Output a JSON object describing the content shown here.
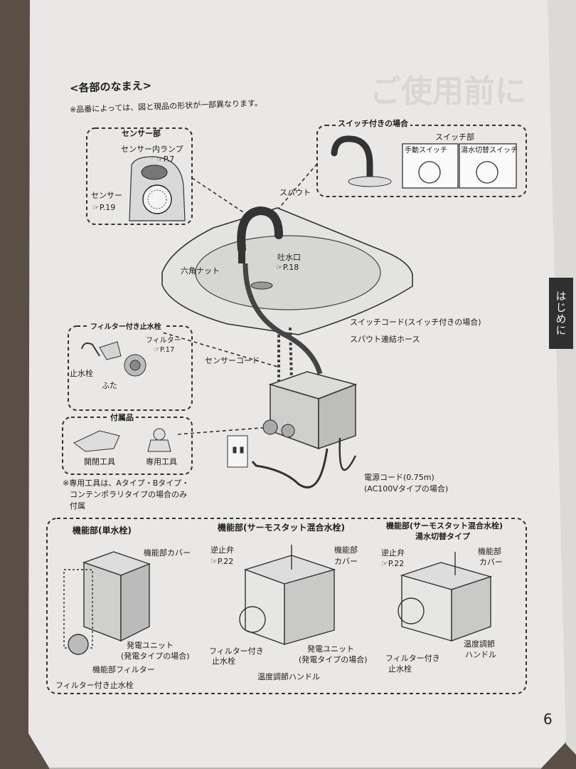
{
  "section_title": "<各部のなまえ>",
  "note": "※品番によっては、図と現品の形状が一部異なります。",
  "side_tab": "はじめに",
  "page_number": "6",
  "sensor_box": {
    "title": "センサー部",
    "lamp": "センサー内ランプ",
    "lamp_ref": "☞P.7",
    "sensor": "センサー",
    "sensor_ref": "☞P.19"
  },
  "switch_box": {
    "title": "スイッチ付きの場合",
    "switch_part": "スイッチ部",
    "manual": "手動スイッチ",
    "hotcold": "湯水切替スイッチ"
  },
  "main": {
    "spout": "スパウト",
    "outlet": "吐水口",
    "outlet_ref": "☞P.18",
    "hex_nut": "六角ナット",
    "switch_cord": "スイッチコード(スイッチ付きの場合)",
    "spout_hose": "スパウト連結ホース",
    "sensor_cord": "センサーコード",
    "power_cord": "電源コード(0.75m)",
    "power_note": "(AC100Vタイプの場合)"
  },
  "filter_box": {
    "title": "フィルター付き止水栓",
    "filter": "フィルター",
    "filter_ref": "☞P.17",
    "stop_valve": "止水栓",
    "cap": "ふた"
  },
  "accessory_box": {
    "title": "付属品",
    "open_tool": "開閉工具",
    "special_tool": "専用工具",
    "note_lines": [
      "※専用工具は、Aタイプ・Bタイプ・",
      "コンテンポラリタイプの場合のみ",
      "付属"
    ]
  },
  "func_single": {
    "title": "機能部(単水栓)",
    "cover": "機能部カバー",
    "gen1": "発電ユニット",
    "gen2": "(発電タイプの場合)",
    "filter": "機能部フィルター",
    "valve": "フィルター付き止水栓"
  },
  "func_thermo": {
    "title": "機能部(サーモスタット混合水栓)",
    "check": "逆止弁",
    "check_ref": "☞P.22",
    "cover1": "機能部",
    "cover2": "カバー",
    "valve1": "フィルター付き",
    "valve2": "止水栓",
    "gen1": "発電ユニット",
    "gen2": "(発電タイプの場合)",
    "temp": "温度調節ハンドル"
  },
  "func_switch": {
    "title1": "機能部(サーモスタット混合水栓)",
    "title2": "湯水切替タイプ",
    "check": "逆止弁",
    "check_ref": "☞P.22",
    "cover1": "機能部",
    "cover2": "カバー",
    "temp1": "温度調節",
    "temp2": "ハンドル",
    "valve1": "フィルター付き",
    "valve2": "止水栓"
  }
}
